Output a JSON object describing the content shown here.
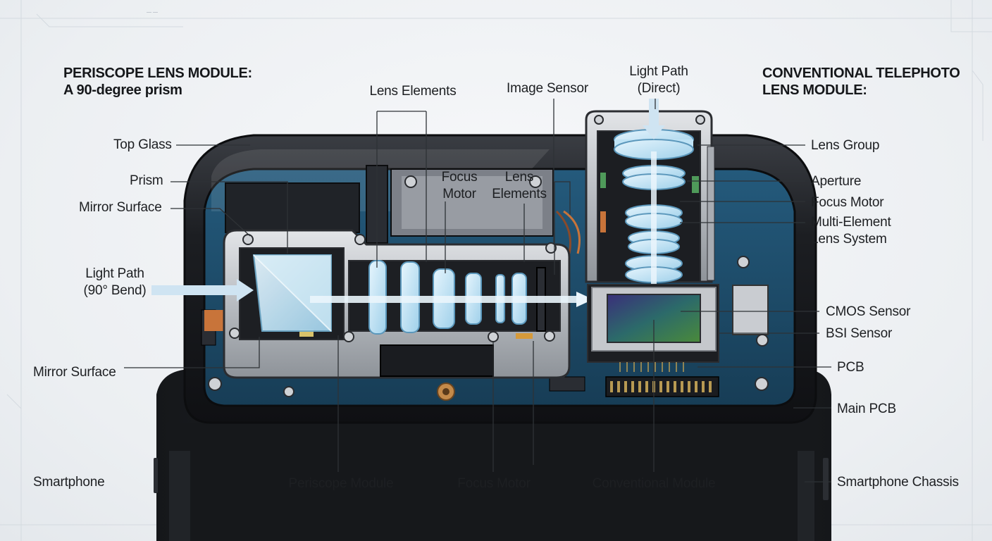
{
  "titles": {
    "periscope": "PERISCOPE LENS MODULE:\nA 90-degree prism",
    "conventional": "CONVENTIONAL TELEPHOTO\nLENS MODULE:"
  },
  "labels": {
    "lens_elements_top": "Lens Elements",
    "image_sensor": "Image Sensor",
    "light_path_direct": [
      "Light Path",
      "(Direct)"
    ],
    "top_glass": "Top Glass",
    "prism": "Prism",
    "mirror_surface_upper": "Mirror Surface",
    "light_path_bend": [
      "Light Path",
      "(90° Bend)"
    ],
    "mirror_surface_lower": "Mirror Surface",
    "smartphone": "Smartphone",
    "focus_motor_inner": [
      "Focus",
      "Motor"
    ],
    "lens_elements_inner": [
      "Lens",
      "Elements"
    ],
    "lens_group": "Lens Group",
    "aperture": "Aperture",
    "focus_motor_right": "Focus Motor",
    "multi_element": [
      "Multi-Element",
      "Lens System"
    ],
    "cmos_sensor": "CMOS Sensor",
    "bsi_sensor": "BSI Sensor",
    "pcb": "PCB",
    "main_pcb": "Main PCB",
    "smartphone_chassis": "Smartphone Chassis",
    "periscope_module": "Periscope Module",
    "focus_motor_bottom": "Focus Motor",
    "conventional_module": "Conventional Module"
  },
  "colors": {
    "board": "#1f4f6e",
    "frame": "#c9ccd0",
    "glass": "#bfe3f5",
    "phone": "#1a1c20",
    "arrow": "#9fc3dc"
  }
}
